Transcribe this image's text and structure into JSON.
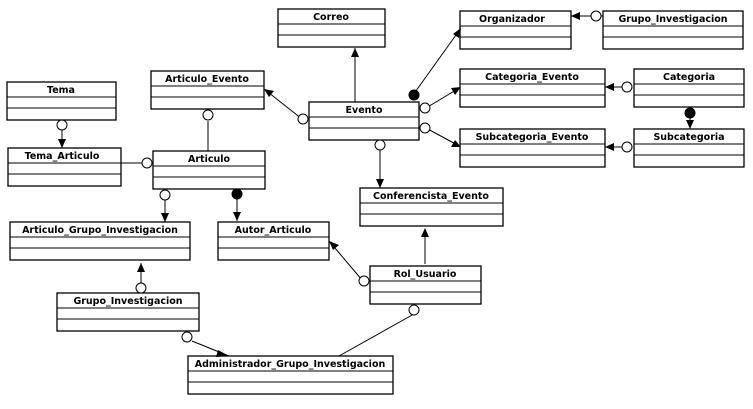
{
  "diagram": {
    "entities": [
      {
        "id": "correo",
        "label": "Correo"
      },
      {
        "id": "organizador",
        "label": "Organizador"
      },
      {
        "id": "grupo_inv_top",
        "label": "Grupo_Investigacion"
      },
      {
        "id": "articulo_evento",
        "label": "Articulo_Evento"
      },
      {
        "id": "evento",
        "label": "Evento"
      },
      {
        "id": "categoria_evento",
        "label": "Categoria_Evento"
      },
      {
        "id": "categoria",
        "label": "Categoria"
      },
      {
        "id": "tema",
        "label": "Tema"
      },
      {
        "id": "subcategoria_evento",
        "label": "Subcategoria_Evento"
      },
      {
        "id": "subcategoria",
        "label": "Subcategoria"
      },
      {
        "id": "tema_articulo",
        "label": "Tema_Articulo"
      },
      {
        "id": "articulo",
        "label": "Articulo"
      },
      {
        "id": "conferencista_evento",
        "label": "Conferencista_Evento"
      },
      {
        "id": "articulo_grupo_inv",
        "label": "Articulo_Grupo_Investigacion"
      },
      {
        "id": "autor_articulo",
        "label": "Autor_Articulo"
      },
      {
        "id": "rol_usuario",
        "label": "Rol_Usuario"
      },
      {
        "id": "grupo_inv_bottom",
        "label": "Grupo_Investigacion"
      },
      {
        "id": "admin_grupo_inv",
        "label": "Administrador_Grupo_Investigacion"
      }
    ],
    "relations": [
      {
        "from": "evento",
        "to": "correo",
        "from_end": "none",
        "to_end": "arrow"
      },
      {
        "from": "evento",
        "to": "organizador",
        "from_end": "solid",
        "to_end": "arrow"
      },
      {
        "from": "grupo_inv_top",
        "to": "organizador",
        "from_end": "hollow",
        "to_end": "arrow"
      },
      {
        "from": "evento",
        "to": "articulo_evento",
        "from_end": "hollow",
        "to_end": "arrow"
      },
      {
        "from": "evento",
        "to": "categoria_evento",
        "from_end": "hollow",
        "to_end": "arrow"
      },
      {
        "from": "categoria",
        "to": "categoria_evento",
        "from_end": "hollow",
        "to_end": "arrow"
      },
      {
        "from": "evento",
        "to": "subcategoria_evento",
        "from_end": "hollow",
        "to_end": "arrow"
      },
      {
        "from": "subcategoria",
        "to": "subcategoria_evento",
        "from_end": "hollow",
        "to_end": "arrow"
      },
      {
        "from": "categoria",
        "to": "subcategoria",
        "from_end": "solid",
        "to_end": "arrow"
      },
      {
        "from": "evento",
        "to": "conferencista_evento",
        "from_end": "hollow",
        "to_end": "arrow"
      },
      {
        "from": "articulo",
        "to": "articulo_evento",
        "from_end": "none",
        "to_end": "hollow"
      },
      {
        "from": "tema",
        "to": "tema_articulo",
        "from_end": "hollow",
        "to_end": "arrow"
      },
      {
        "from": "articulo",
        "to": "tema_articulo",
        "from_end": "hollow",
        "to_end": "none"
      },
      {
        "from": "articulo",
        "to": "articulo_grupo_inv",
        "from_end": "hollow",
        "to_end": "arrow"
      },
      {
        "from": "articulo",
        "to": "autor_articulo",
        "from_end": "solid",
        "to_end": "arrow"
      },
      {
        "from": "rol_usuario",
        "to": "autor_articulo",
        "from_end": "hollow",
        "to_end": "arrow"
      },
      {
        "from": "rol_usuario",
        "to": "conferencista_evento",
        "from_end": "none",
        "to_end": "arrow"
      },
      {
        "from": "grupo_inv_bottom",
        "to": "articulo_grupo_inv",
        "from_end": "hollow",
        "to_end": "arrow"
      },
      {
        "from": "grupo_inv_bottom",
        "to": "admin_grupo_inv",
        "from_end": "hollow",
        "to_end": "arrow"
      },
      {
        "from": "rol_usuario",
        "to": "admin_grupo_inv",
        "from_end": "hollow",
        "to_end": "none"
      }
    ]
  }
}
